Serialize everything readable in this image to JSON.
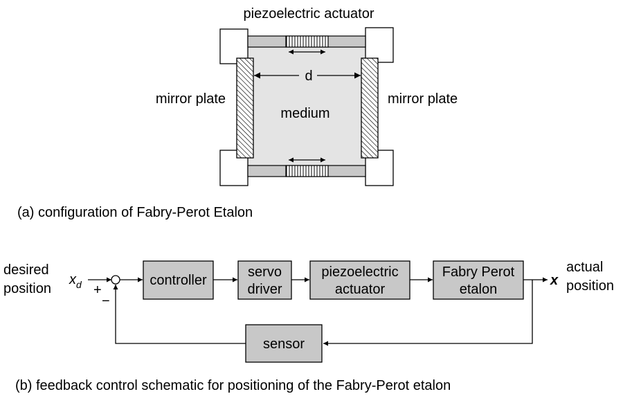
{
  "figure_a": {
    "actuator_label": "piezoelectric actuator",
    "mirror_left_label": "mirror plate",
    "mirror_right_label": "mirror plate",
    "gap_label": "d",
    "medium_label": "medium",
    "caption": "(a) configuration of Fabry-Perot Etalon"
  },
  "figure_b": {
    "input_label_line1": "desired",
    "input_label_line2": "position",
    "input_symbol": "x",
    "input_subscript": "d",
    "plus_sign": "+",
    "minus_sign": "−",
    "blocks": {
      "controller": [
        "controller"
      ],
      "servo_driver": [
        "servo",
        "driver"
      ],
      "piezo_actuator": [
        "piezoelectric",
        "actuator"
      ],
      "fabry_perot": [
        "Fabry Perot",
        "etalon"
      ],
      "sensor": [
        "sensor"
      ]
    },
    "output_symbol": "x",
    "output_label_line1": "actual",
    "output_label_line2": "position",
    "caption": "(b) feedback control schematic for positioning of the Fabry-Perot etalon"
  },
  "colors": {
    "block_fill": "#c8c8c8",
    "medium_fill": "#e4e4e4",
    "outline": "#000000",
    "background": "#ffffff"
  }
}
